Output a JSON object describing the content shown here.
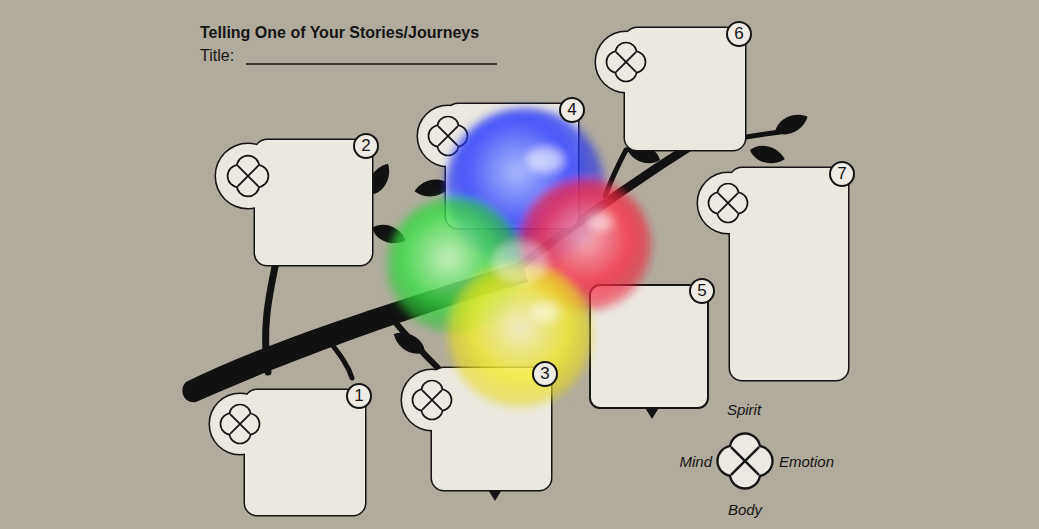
{
  "diagram": {
    "title": "Telling One of Your Stories/Journeys",
    "nodes": [
      {
        "text": [
          "1"
        ]
      },
      {
        "text": [
          "2"
        ]
      },
      {
        "text": [
          "3"
        ]
      },
      {
        "text": [
          "4"
        ]
      },
      {
        "text": [
          "5"
        ]
      },
      {
        "text": [
          "6"
        ]
      },
      {
        "text": [
          "7"
        ]
      }
    ],
    "labels": [
      "Title:",
      "Spirit",
      "Mind",
      "Emotion",
      "Body"
    ]
  }
}
